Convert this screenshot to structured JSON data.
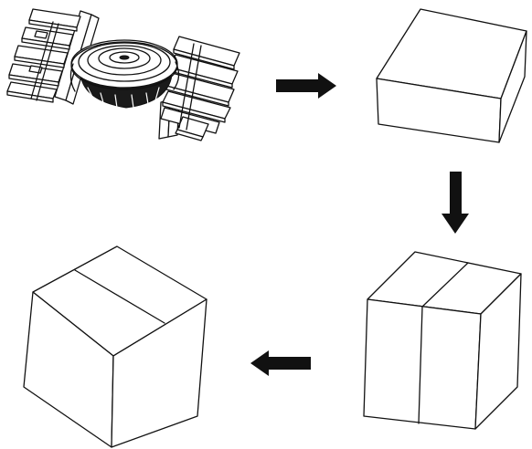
{
  "diagram": {
    "steps": [
      {
        "id": "step-1",
        "icon": "downlight-with-packing-inserts-icon"
      },
      {
        "id": "step-2",
        "icon": "closed-carton-box-icon"
      },
      {
        "id": "step-3",
        "icon": "taped-carton-box-icon"
      },
      {
        "id": "step-4",
        "icon": "sealed-carton-box-icon"
      }
    ],
    "arrows": [
      {
        "from": "step-1",
        "to": "step-2",
        "direction": "right"
      },
      {
        "from": "step-2",
        "to": "step-3",
        "direction": "down"
      },
      {
        "from": "step-3",
        "to": "step-4",
        "direction": "left"
      }
    ],
    "colors": {
      "ink": "#111111",
      "background": "#ffffff"
    }
  }
}
